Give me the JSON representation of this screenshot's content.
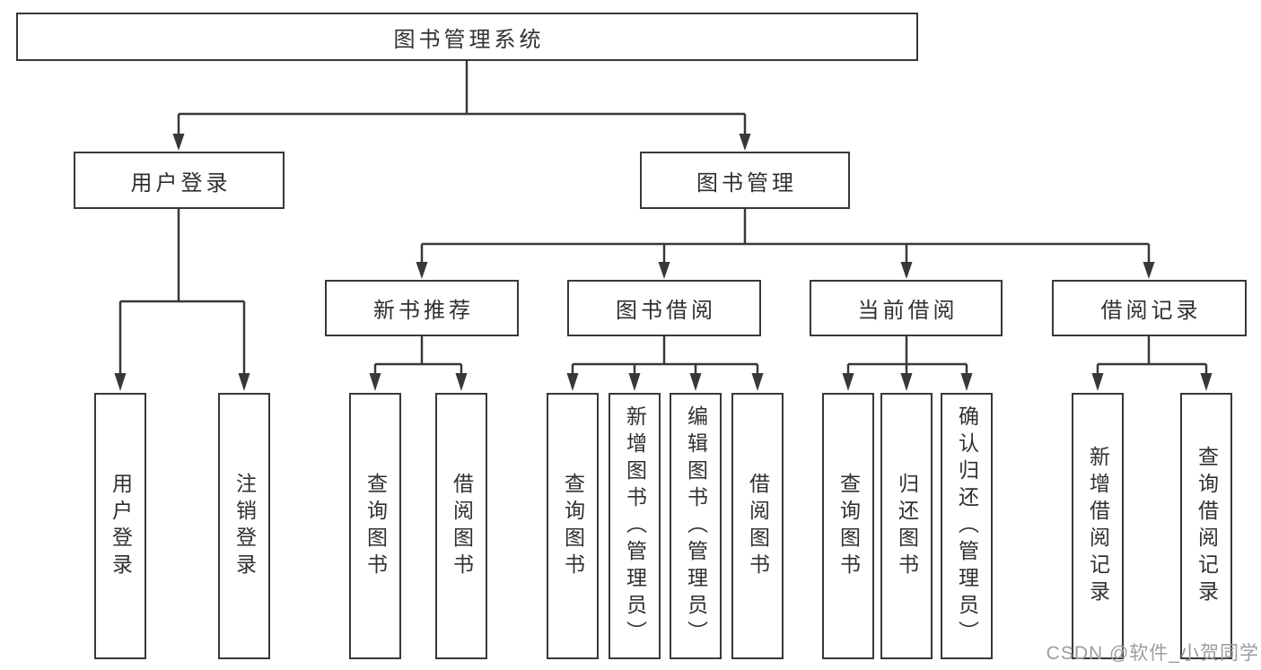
{
  "tree": {
    "root": {
      "label": "图书管理系统"
    },
    "children": [
      {
        "label": "用户登录",
        "children": [
          {
            "label": "用户登录"
          },
          {
            "label": "注销登录"
          }
        ]
      },
      {
        "label": "图书管理",
        "children": [
          {
            "label": "新书推荐",
            "children": [
              {
                "label": "查询图书"
              },
              {
                "label": "借阅图书"
              }
            ]
          },
          {
            "label": "图书借阅",
            "children": [
              {
                "label": "查询图书"
              },
              {
                "label": "新增图书（管理员）"
              },
              {
                "label": "编辑图书（管理员）"
              },
              {
                "label": "借阅图书"
              }
            ]
          },
          {
            "label": "当前借阅",
            "children": [
              {
                "label": "查询图书"
              },
              {
                "label": "归还图书"
              },
              {
                "label": "确认归还（管理员）"
              }
            ]
          },
          {
            "label": "借阅记录",
            "children": [
              {
                "label": "新增借阅记录"
              },
              {
                "label": "查询借阅记录"
              }
            ]
          }
        ]
      }
    ]
  },
  "watermark": {
    "text": "CSDN @软件_小贺同学"
  },
  "colors": {
    "line": "#383838",
    "box_border": "#383838",
    "text": "#303030",
    "watermark": "#9d9d9d",
    "background": "#ffffff"
  }
}
